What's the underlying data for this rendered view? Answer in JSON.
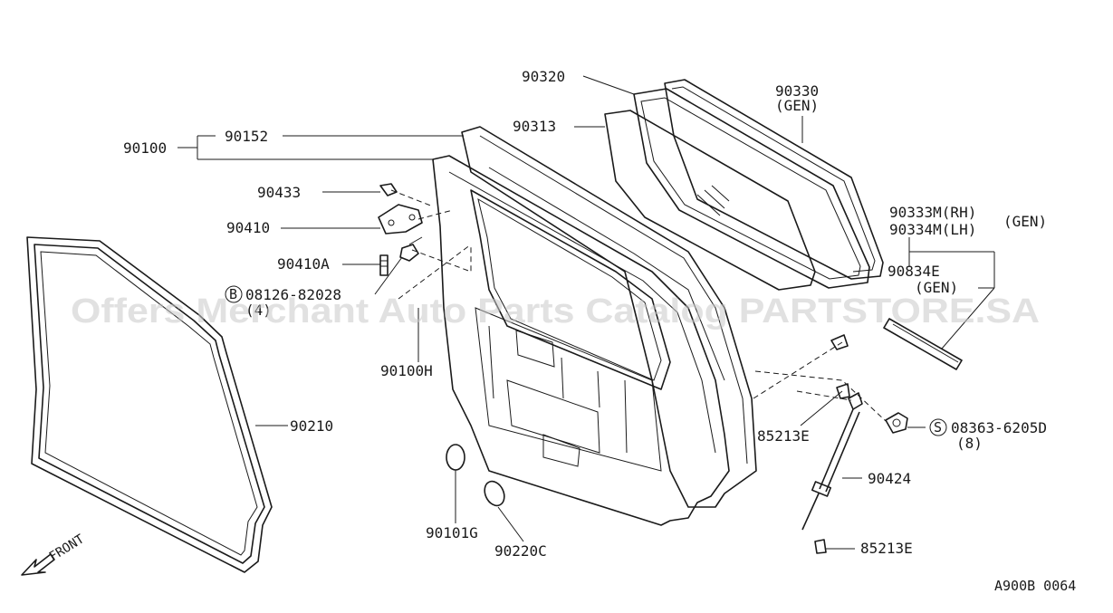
{
  "parts": {
    "p90320": "90320",
    "p90330_a": "90330",
    "p90330_b": "(GEN)",
    "p90313": "90313",
    "p90100": "90100",
    "p90152": "90152",
    "p90433": "90433",
    "p90410": "90410",
    "p90410a": "90410A",
    "bolt_b_code": "08126-82028",
    "bolt_b_qty": "(4)",
    "bolt_b_symbol": "B",
    "p90100h": "90100H",
    "p90333m": "90333M(RH)",
    "p90334m": "90334M(LH)",
    "gen_group": "(GEN)",
    "p90834e_a": "90834E",
    "p90834e_b": "(GEN)",
    "p90210": "90210",
    "p85213e_upper": "85213E",
    "bolt_s_code": "08363-6205D",
    "bolt_s_qty": "(8)",
    "bolt_s_symbol": "S",
    "p90424": "90424",
    "p90101g": "90101G",
    "p90220c": "90220C",
    "p85213e_lower": "85213E"
  },
  "front_label": "FRONT",
  "diagram_code": "A900B 0064",
  "watermark": "Offers Merchant Auto Parts Catalog PARTSTORE.SA"
}
